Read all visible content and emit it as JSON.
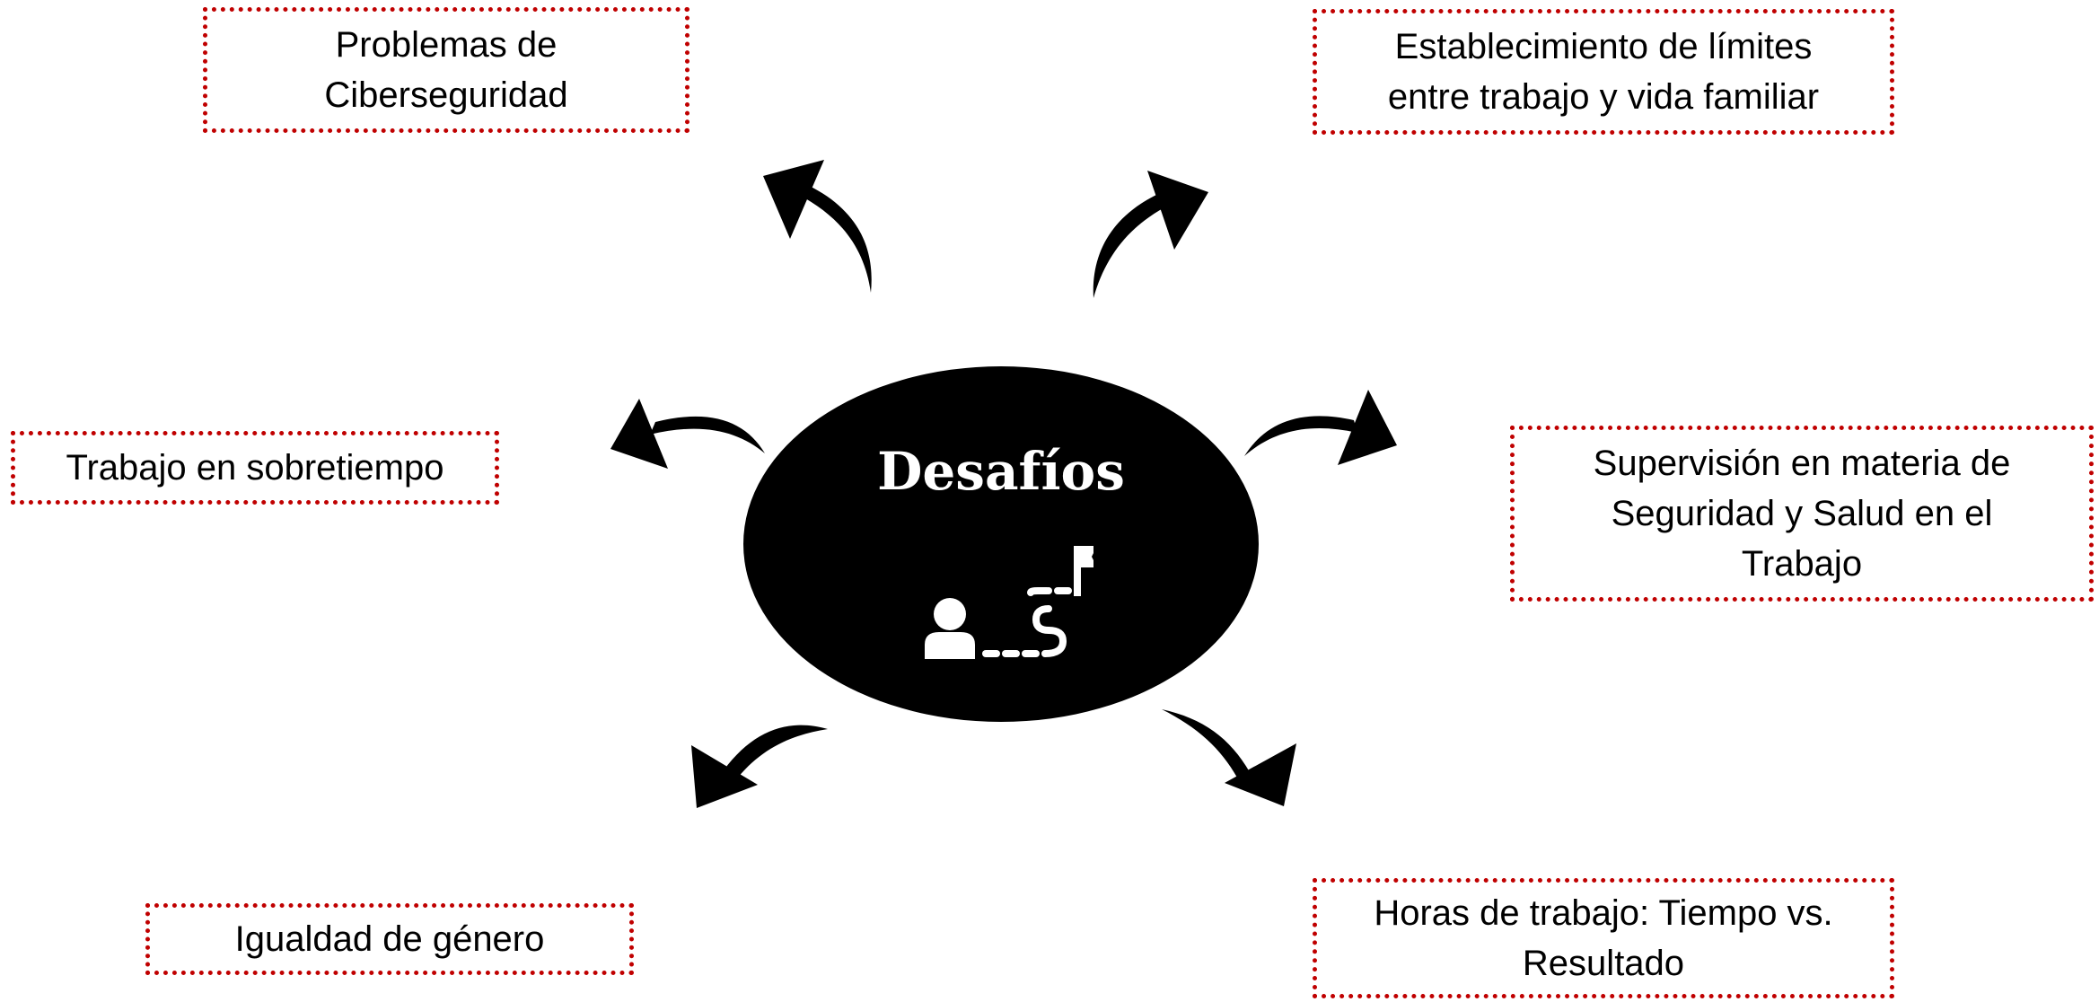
{
  "diagram": {
    "center": {
      "title": "Desafíos",
      "icon": "person-path-flag-icon"
    },
    "nodes": [
      {
        "id": "ciberseguridad",
        "label": "Problemas de\nCiberseguridad"
      },
      {
        "id": "limites",
        "label": "Establecimiento de límites\nentre trabajo y vida familiar"
      },
      {
        "id": "sobretiempo",
        "label": "Trabajo en sobretiempo"
      },
      {
        "id": "supervision",
        "label": "Supervisión en materia de\nSeguridad y Salud en el\nTrabajo"
      },
      {
        "id": "genero",
        "label": "Igualdad de género"
      },
      {
        "id": "horas",
        "label": "Horas de trabajo: Tiempo vs.\nResultado"
      }
    ],
    "colors": {
      "border": "#c00000",
      "center_fill": "#000000",
      "center_text": "#ffffff",
      "arrow": "#000000"
    }
  }
}
